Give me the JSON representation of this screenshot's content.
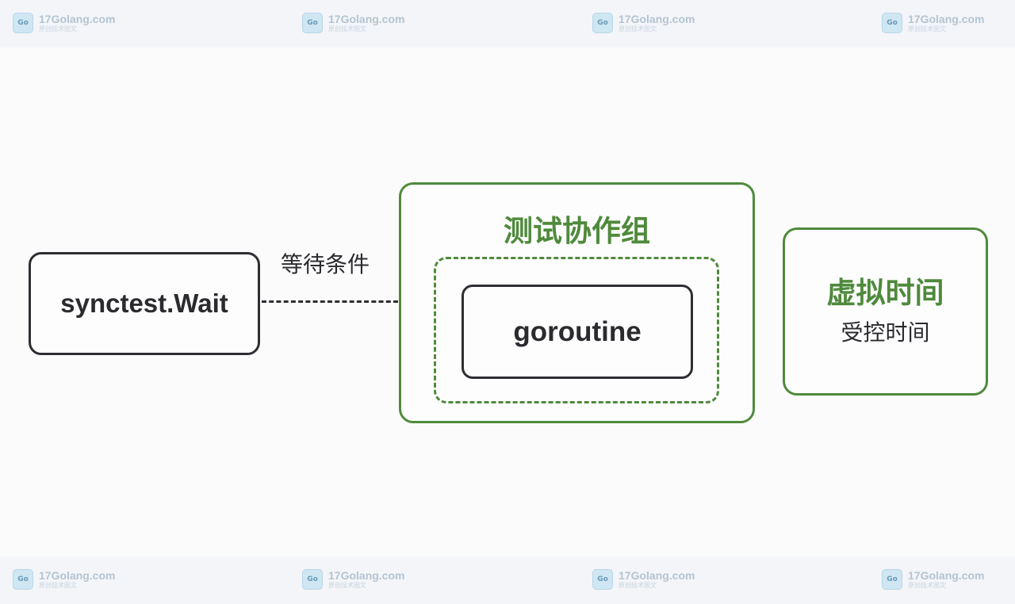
{
  "watermark": {
    "site": "17Golang.com",
    "tagline": "原创技术图文"
  },
  "diagram": {
    "wait_node": "synctest.Wait",
    "edge_label": "等待条件",
    "group": {
      "title": "测试协作组",
      "inner_node": "goroutine"
    },
    "virtual_time": {
      "title": "虚拟时间",
      "subtitle": "受控时间"
    }
  },
  "colors": {
    "green": "#4f8a3c",
    "dark": "#2e2e33",
    "background": "#fbfbfb"
  }
}
